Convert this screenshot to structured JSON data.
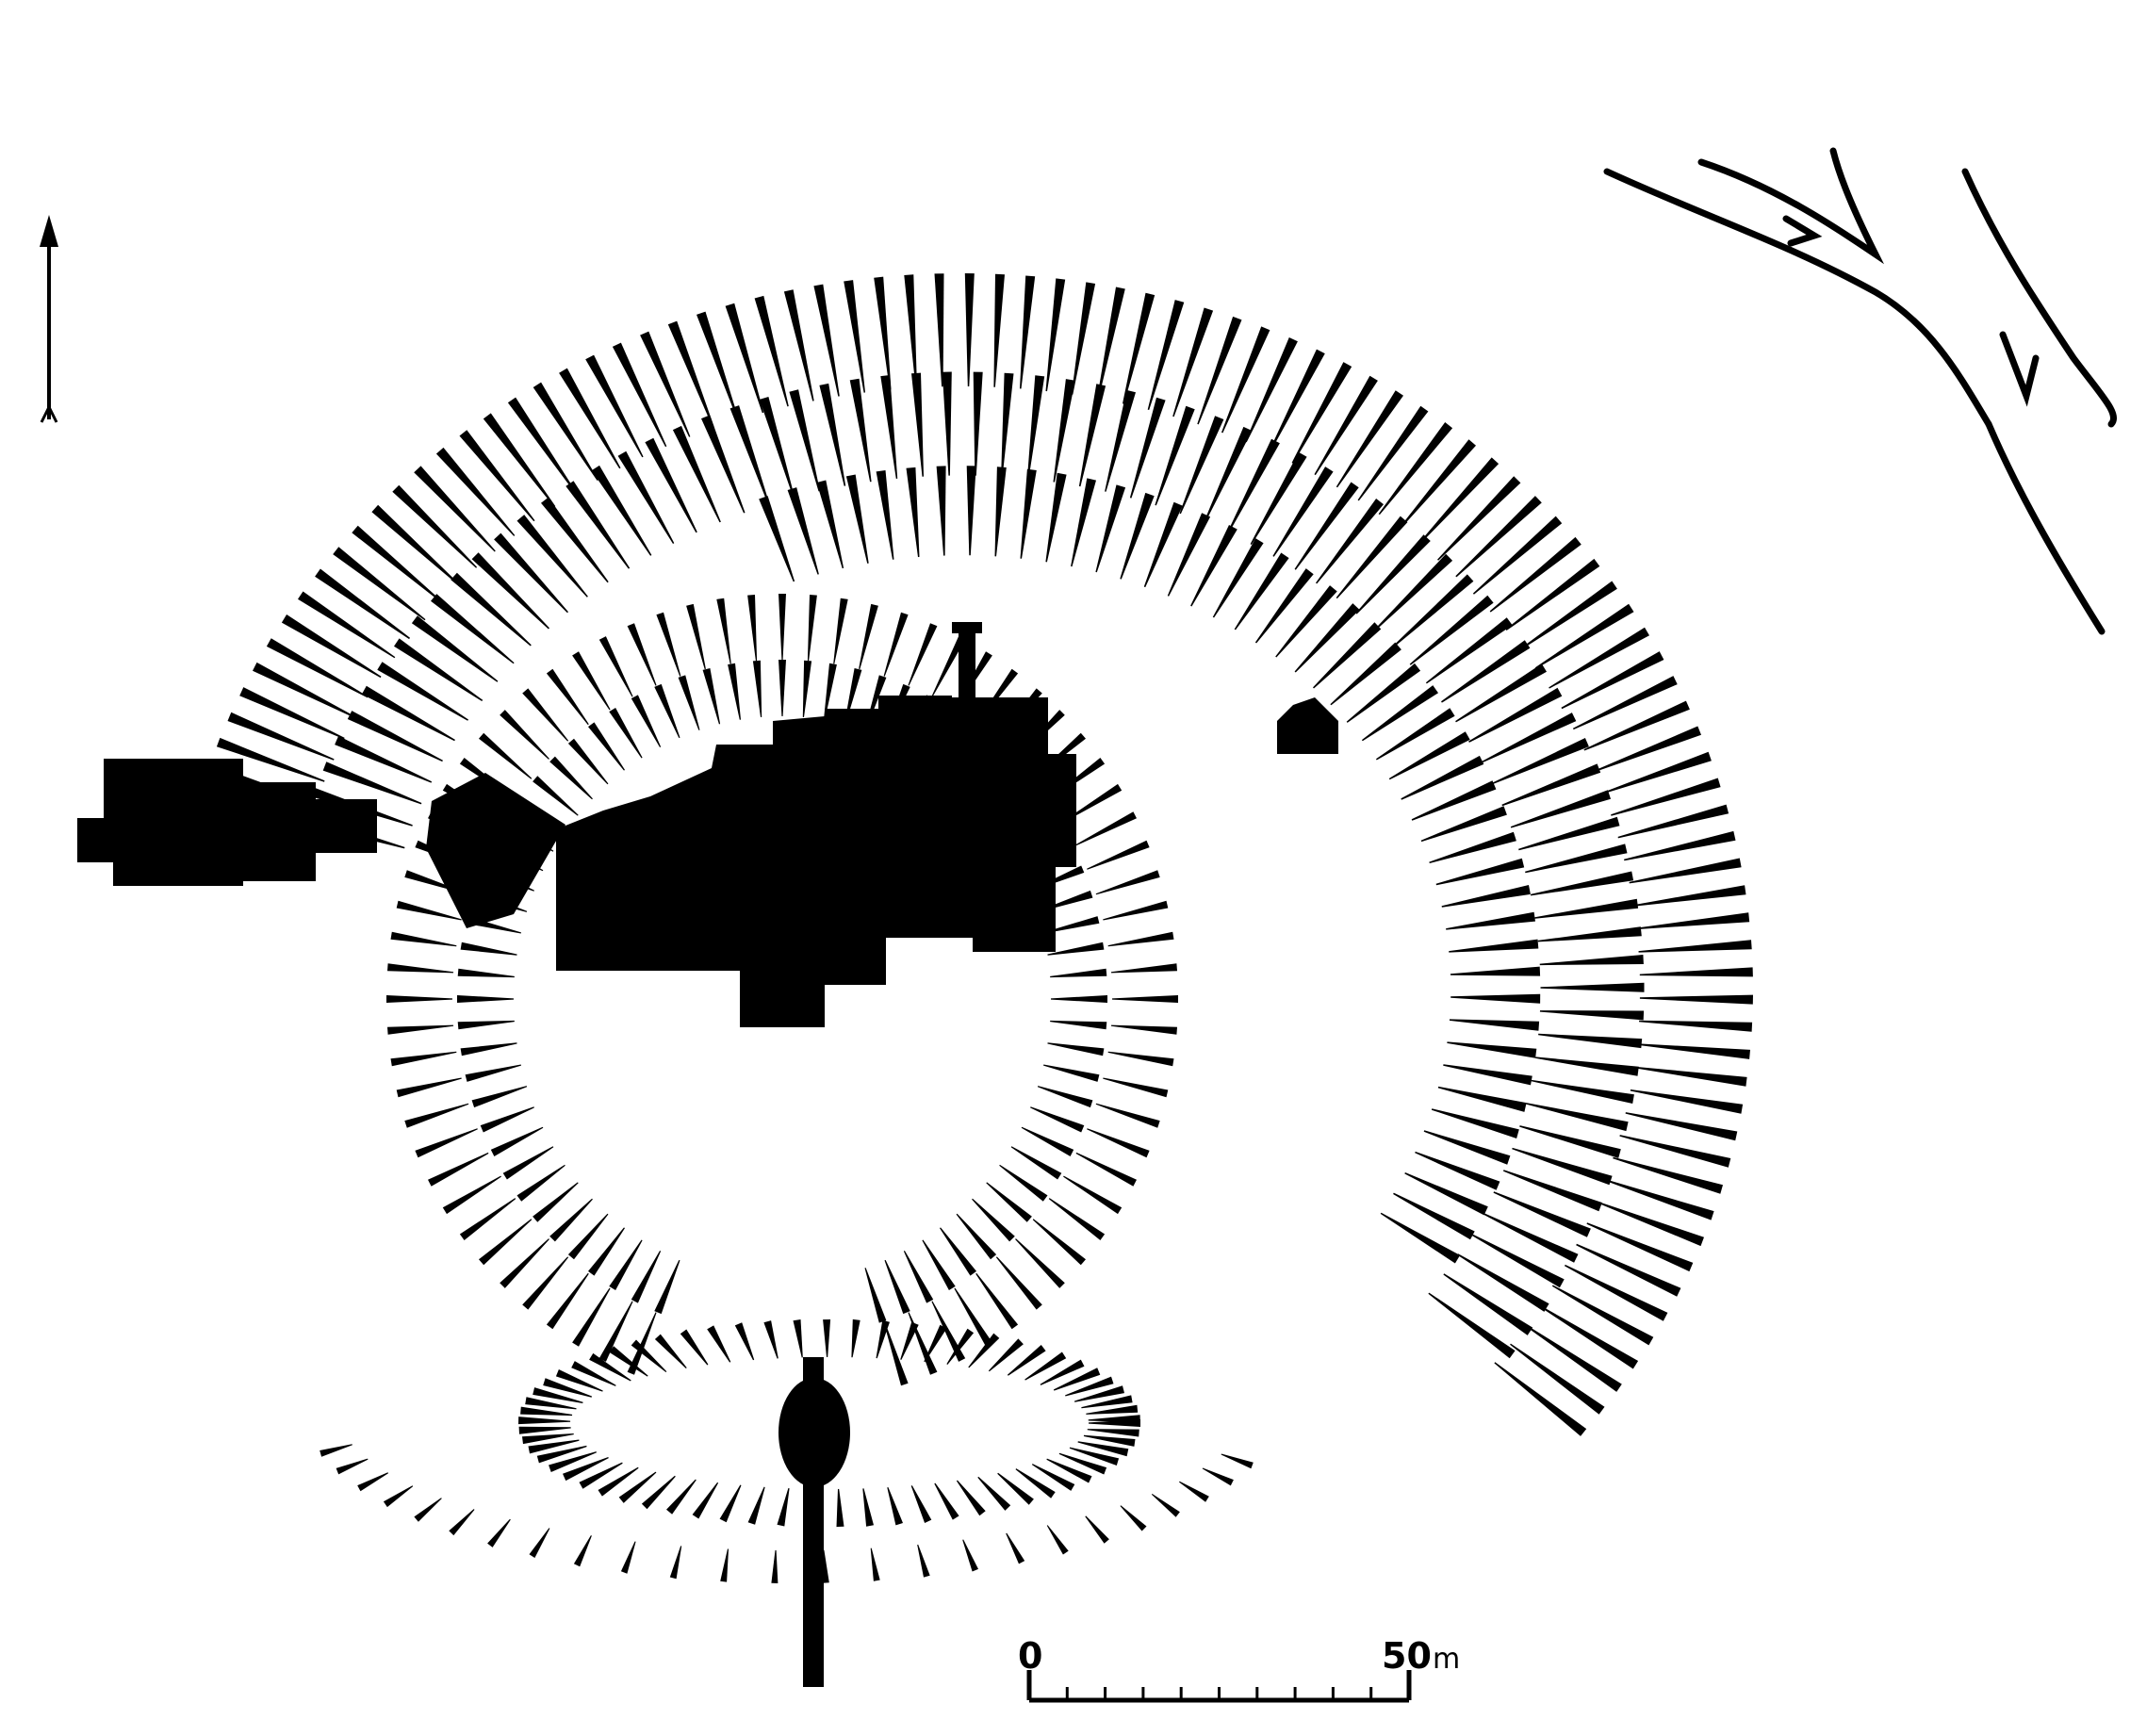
{
  "map": {
    "ink_color": "#000000",
    "paper_color": "#ffffff",
    "features": [
      {
        "name": "north-arrow",
        "kind": "north arrow"
      },
      {
        "name": "outer-slope-hachures",
        "kind": "hachure band"
      },
      {
        "name": "inner-enclosure-hachures",
        "kind": "hachure ring"
      },
      {
        "name": "southern-rampart-hachures",
        "kind": "hachure ring"
      },
      {
        "name": "castle-buildings",
        "kind": "solid building plan"
      },
      {
        "name": "south-gate-passage",
        "kind": "solid passage"
      },
      {
        "name": "stream-lines",
        "kind": "watercourse with flow arrows"
      }
    ]
  },
  "scale_bar": {
    "start_label": "0",
    "end_label": "50",
    "unit": "m",
    "length_m": 50,
    "ticks": 10
  }
}
